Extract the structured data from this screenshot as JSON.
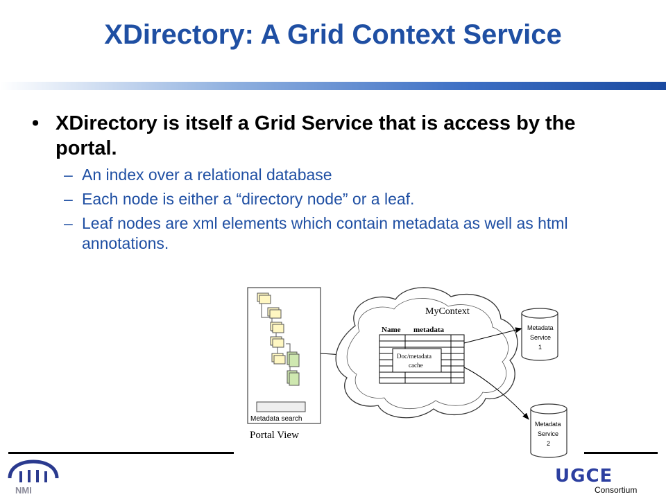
{
  "slide": {
    "title": "XDirectory: A Grid Context Service",
    "bullet": "XDirectory is itself a Grid Service that is access by the portal.",
    "sub_bullets": [
      "An index over a relational database",
      "Each node is either a “directory node” or a leaf.",
      "Leaf nodes are xml elements which contain metadata as well as html annotations."
    ]
  },
  "diagram": {
    "portal_view_label": "Portal View",
    "metadata_search_label": "Metadata search",
    "cloud_label": "MyContext",
    "table_header_name": "Name",
    "table_header_metadata": "metadata",
    "cache_label_line1": "Doc/metadata",
    "cache_label_line2": "cache",
    "service1_line1": "Metadata",
    "service1_line2": "Service",
    "service1_line3": "1",
    "service2_line1": "Metadata",
    "service2_line2": "Service",
    "service2_line3": "2"
  },
  "footer": {
    "left_logo_text": "NMI",
    "right_logo_text": "UGCE",
    "consortium": "Consortium"
  },
  "colors": {
    "title": "#1f4fa3",
    "sub_bullets": "#1f4fa3"
  }
}
